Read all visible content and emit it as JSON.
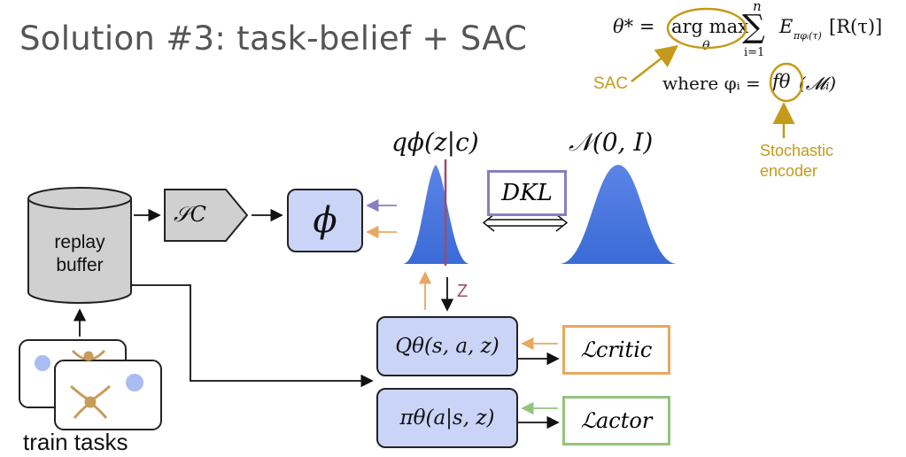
{
  "title": "Solution #3: task-belief + SAC",
  "equation": {
    "line1_lhs": "θ* =",
    "argmax": "arg max",
    "argmax_sub": "θ",
    "sum_sym": "∑",
    "sum_top": "n",
    "sum_bottom": "i=1",
    "expectation": "E",
    "expectation_sub": "πφᵢ(τ)",
    "reward": "[R(τ)]",
    "line2_where": "where φᵢ =",
    "f_theta": "fθ",
    "m_i": "(𝓜ᵢ)"
  },
  "annotations": {
    "sac": "SAC",
    "stochastic_encoder_line1": "Stochastic",
    "stochastic_encoder_line2": "encoder"
  },
  "diagram": {
    "replay_buffer_line1": "replay",
    "replay_buffer_line2": "buffer",
    "sampler": "𝒮C",
    "encoder": "ϕ",
    "posterior": "qϕ(z|c)",
    "prior": "𝒩(0, I)",
    "kl": "DKL",
    "z_label": "Z",
    "critic": "Qθ(s, a, z)",
    "actor": "πθ(a|s, z)",
    "critic_loss": "ℒcritic",
    "actor_loss": "ℒactor",
    "train_tasks": "train tasks"
  },
  "colors": {
    "gold": "#c59a1a",
    "box_blue": "#c9d4f7",
    "kl_purple": "#8a7fc0",
    "critic_orange": "#e8a861",
    "actor_green": "#93c47d",
    "dist_blue": "#3a6bd6",
    "z_marker": "#a04a6b"
  }
}
